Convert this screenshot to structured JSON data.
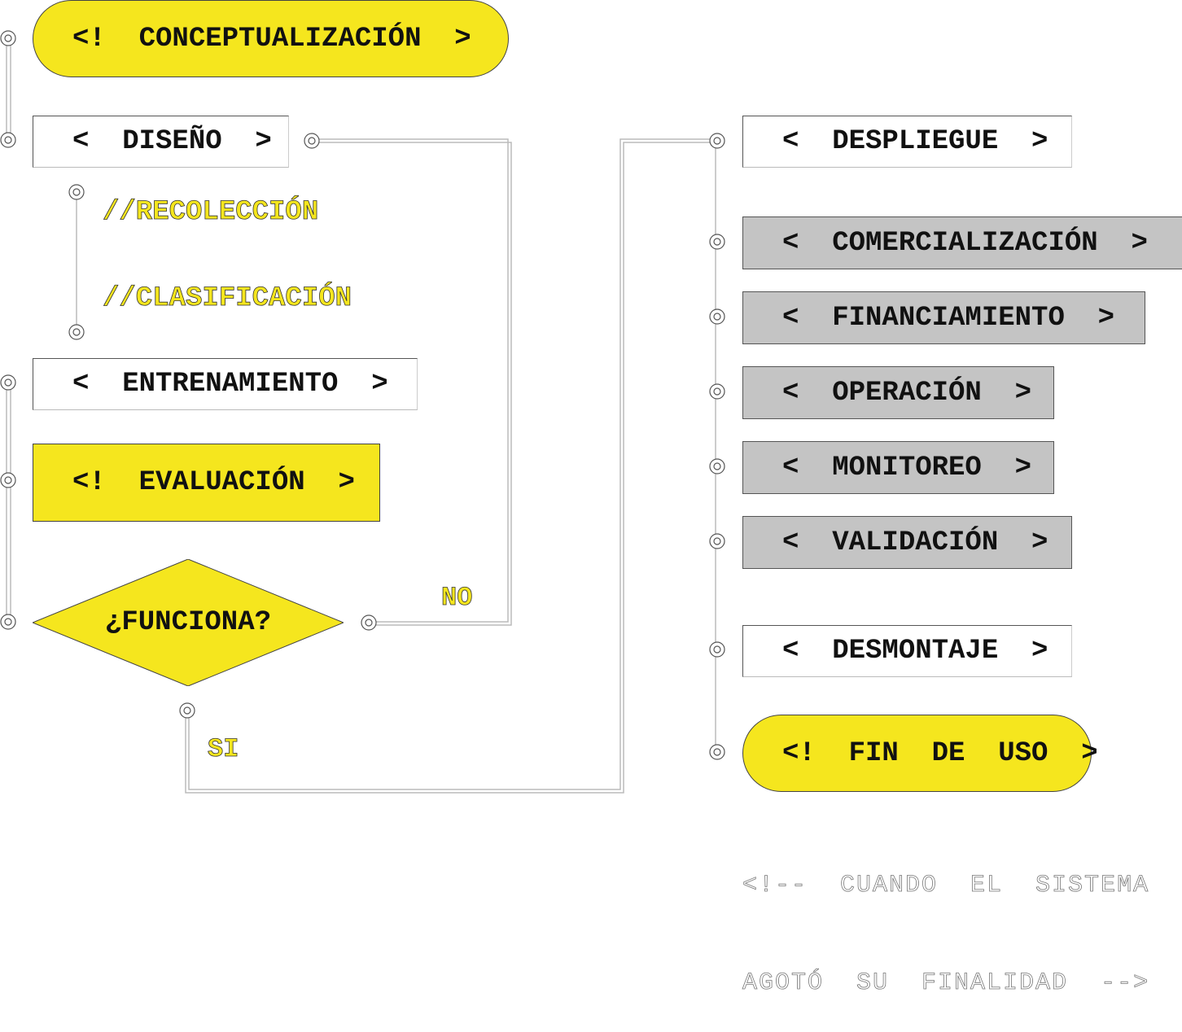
{
  "left_column": {
    "conceptualizacion": "<!  CONCEPTUALIZACIÓN  >",
    "diseno": "<  DISEÑO  >",
    "recoleccion": "//RECOLECCIÓN",
    "clasificacion": "//CLASIFICACIÓN",
    "entrenamiento": "<  ENTRENAMIENTO  >",
    "evaluacion": "<!  EVALUACIÓN  >",
    "decision": "¿FUNCIONA?",
    "no_label": "NO",
    "si_label": "SI"
  },
  "right_column": {
    "despliegue": "<  DESPLIEGUE  >",
    "comercializacion": "<  COMERCIALIZACIÓN  >",
    "financiamiento": "<  FINANCIAMIENTO  >",
    "operacion": "<  OPERACIÓN  >",
    "monitoreo": "<  MONITOREO  >",
    "validacion": "<  VALIDACIÓN  >",
    "desmontaje": "<  DESMONTAJE  >",
    "fin_de_uso": "<!  FIN  DE  USO  >",
    "note_line1": "<!--  CUANDO  EL  SISTEMA",
    "note_line2": "AGOTÓ  SU  FINALIDAD  -->"
  },
  "colors": {
    "yellow": "#f5e61e",
    "gray": "#c4c4c4"
  }
}
